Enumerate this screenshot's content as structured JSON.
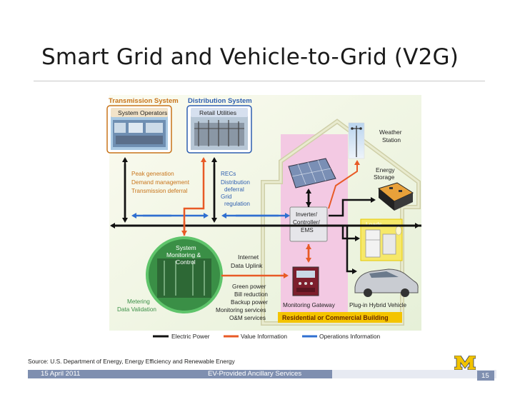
{
  "slide": {
    "title": "Smart Grid and Vehicle-to-Grid (V2G)",
    "source": "Source: U.S. Department of Energy, Energy Efficiency and Renewable Energy",
    "footer_date": "15 April 2011",
    "footer_center": "EV-Provided Ancillary Services",
    "page_number": "15"
  },
  "diagram": {
    "transmission_system": "Transmission System",
    "system_operators": "System Operators",
    "distribution_system": "Distribution System",
    "retail_utilities": "Retail Utilities",
    "peak_generation": "Peak generation",
    "demand_management": "Demand management",
    "transmission_deferral": "Transmission deferral",
    "recs": "RECs",
    "distribution": "Distribution",
    "deferral": "deferral",
    "grid": "Grid",
    "regulation": "regulation",
    "weather": "Weather",
    "station": "Station",
    "energy": "Energy",
    "storage": "Storage",
    "inverter": "Inverter/",
    "controller": "Controller/",
    "ems": "EMS",
    "loads": "Loads",
    "system": "System",
    "monitoring_amp": "Monitoring &",
    "control": "Control",
    "internet": "Internet",
    "data_uplink": "Data Uplink",
    "green_power": "Green power",
    "bill_reduction": "Bill reduction",
    "backup_power": "Backup power",
    "monitoring_services": "Monitoring services",
    "om_services": "O&M services",
    "metering": "Metering",
    "data_validation": "Data Validation",
    "monitoring_gateway": "Monitoring Gateway",
    "plug_in_hybrid": "Plug-in Hybrid Vehicle",
    "building_banner": "Residential or Commercial Building",
    "legend": [
      {
        "label": "Electric Power",
        "color": "#111111"
      },
      {
        "label": "Value Information",
        "color": "#e85a26"
      },
      {
        "label": "Operations Information",
        "color": "#2f6fd0"
      }
    ]
  },
  "colors": {
    "electric": "#111111",
    "value": "#e85a26",
    "operations": "#2f6fd0",
    "header_orange": "#c8741a",
    "header_blue": "#2f5fb0",
    "building_banner": "#f4c400",
    "pink_zone": "#f3c9e3",
    "green_circle": "#2e9b3c",
    "footer": "#7f8fb0"
  }
}
